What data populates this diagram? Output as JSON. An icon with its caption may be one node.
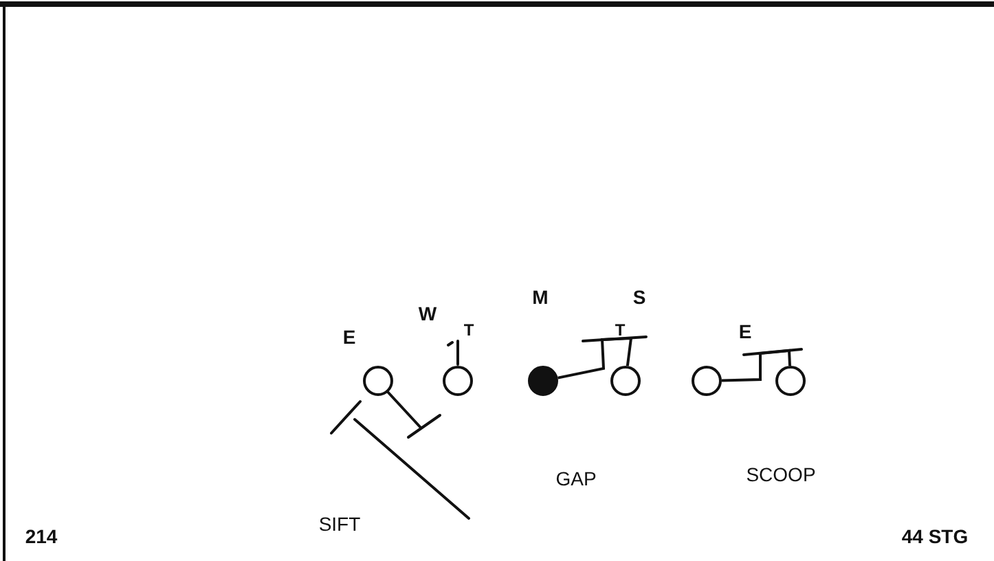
{
  "diagram": {
    "nodes": [
      {
        "text": [],
        "shape": "circle"
      },
      {
        "text": [],
        "shape": "circle"
      },
      {
        "text": [],
        "shape": "circle"
      },
      {
        "text": [],
        "shape": "circle"
      },
      {
        "text": [],
        "shape": "circle"
      },
      {
        "text": [],
        "shape": "circle"
      }
    ],
    "edges": [
      {
        "from": 2,
        "to": 3,
        "arrow": "none"
      },
      {
        "from": 4,
        "to": 5,
        "arrow": "none"
      }
    ],
    "labels": [
      "M",
      "S",
      "W",
      "E",
      "T",
      "T",
      "E",
      "GAP",
      "SCOOP",
      "SIFT",
      "214",
      "44 STG"
    ]
  }
}
